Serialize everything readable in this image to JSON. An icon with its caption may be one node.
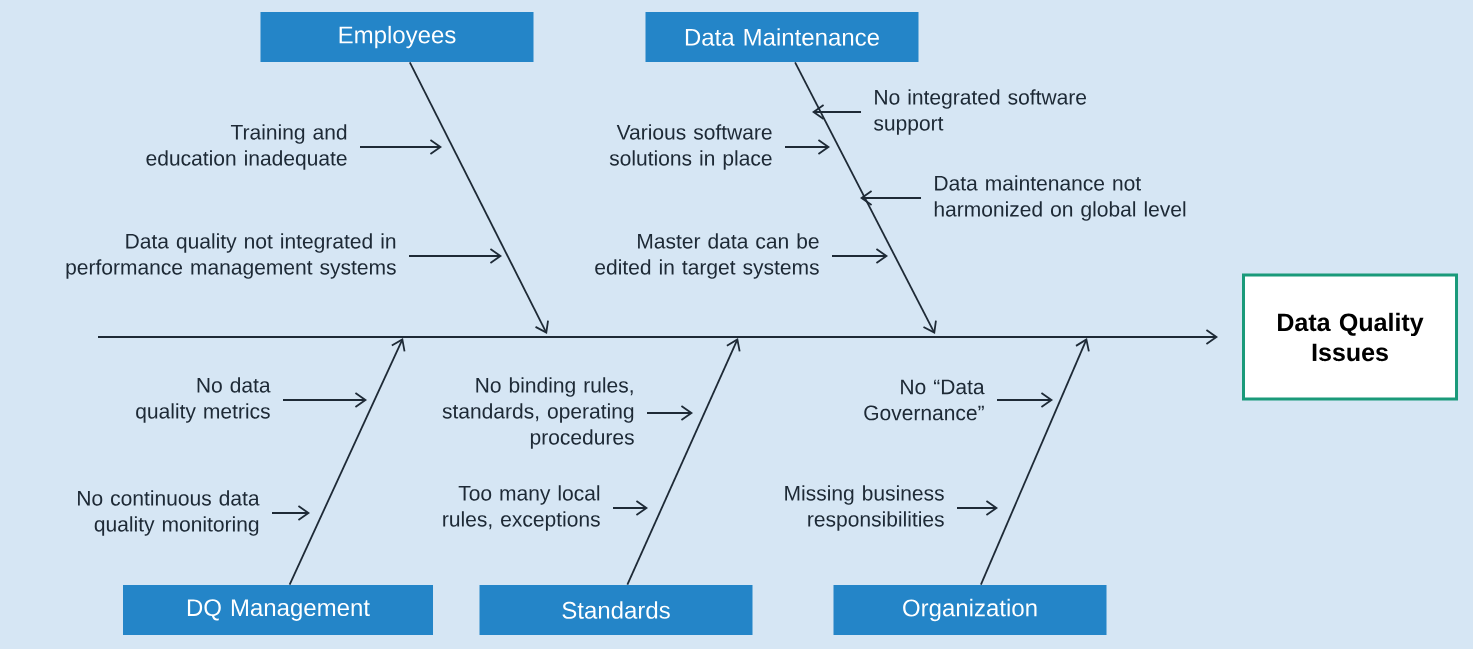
{
  "diagram": {
    "nodes": [
      {
        "text": [
          "Employees"
        ]
      },
      {
        "text": [
          "Data Maintenance"
        ]
      },
      {
        "text": [
          "DQ Management"
        ]
      },
      {
        "text": [
          "Standards"
        ]
      },
      {
        "text": [
          "Organization"
        ]
      },
      {
        "text": [
          "Data Quality Issues"
        ]
      },
      {
        "text": [
          "Training and education inadequate"
        ]
      },
      {
        "text": [
          "Data quality not integrated in performance management systems"
        ]
      },
      {
        "text": [
          "No integrated software support"
        ]
      },
      {
        "text": [
          "Various software solutions in place"
        ]
      },
      {
        "text": [
          "Data maintenance not harmonized on global level"
        ]
      },
      {
        "text": [
          "Master data can be edited in target systems"
        ]
      },
      {
        "text": [
          "No data quality metrics"
        ]
      },
      {
        "text": [
          "No continuous data quality monitoring"
        ]
      },
      {
        "text": [
          "No binding rules, standards, operating procedures"
        ]
      },
      {
        "text": [
          "Too many local rules, exceptions"
        ]
      },
      {
        "text": [
          "No “Data Governance”"
        ]
      },
      {
        "text": [
          "Missing business responsibilities"
        ]
      }
    ],
    "edges": [
      {
        "from": null,
        "to": 5,
        "arrow": "to"
      },
      {
        "from": 0,
        "to": null,
        "arrow": "to"
      },
      {
        "from": 1,
        "to": null,
        "arrow": "to"
      },
      {
        "from": 2,
        "to": null,
        "arrow": "to"
      },
      {
        "from": 3,
        "to": null,
        "arrow": "to"
      },
      {
        "from": 4,
        "to": null,
        "arrow": "to"
      },
      {
        "from": 6,
        "to": null,
        "arrow": "to"
      },
      {
        "from": 7,
        "to": null,
        "arrow": "to"
      },
      {
        "from": 8,
        "to": null,
        "arrow": "to"
      },
      {
        "from": 9,
        "to": null,
        "arrow": "to"
      },
      {
        "from": 10,
        "to": null,
        "arrow": "to"
      },
      {
        "from": 11,
        "to": null,
        "arrow": "to"
      },
      {
        "from": 12,
        "to": null,
        "arrow": "to"
      },
      {
        "from": 13,
        "to": null,
        "arrow": "to"
      },
      {
        "from": 14,
        "to": null,
        "arrow": "to"
      },
      {
        "from": 15,
        "to": null,
        "arrow": "to"
      },
      {
        "from": 16,
        "to": null,
        "arrow": "to"
      },
      {
        "from": 17,
        "to": null,
        "arrow": "to"
      }
    ]
  }
}
